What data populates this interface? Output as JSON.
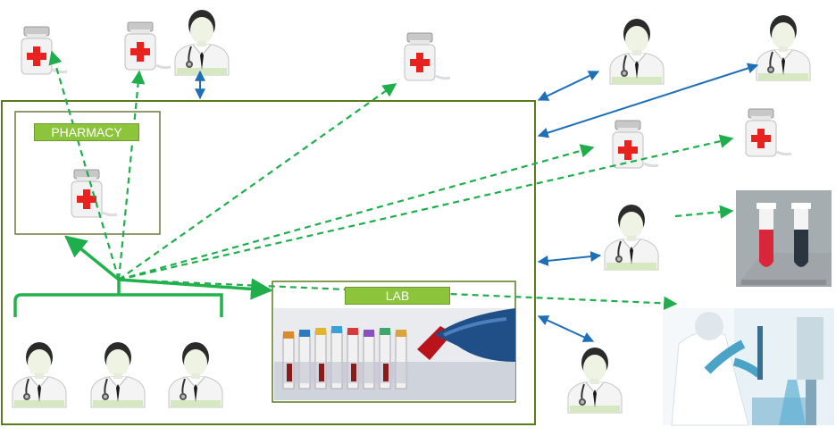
{
  "pharmacy": {
    "label": "PHARMACY"
  },
  "lab": {
    "label": "LAB"
  },
  "colors": {
    "frame": "#5a7a1e",
    "label_bg": "#8cc43c",
    "dashed_arrow": "#1fae4c",
    "solid_arrow": "#22b24c",
    "double_arrow": "#1e6fb8",
    "cross": "#e8231f"
  },
  "icons": [
    "medicine-bottle-icon",
    "doctor-icon",
    "test-tubes-icon",
    "lab-photo",
    "blood-sample-photo"
  ]
}
